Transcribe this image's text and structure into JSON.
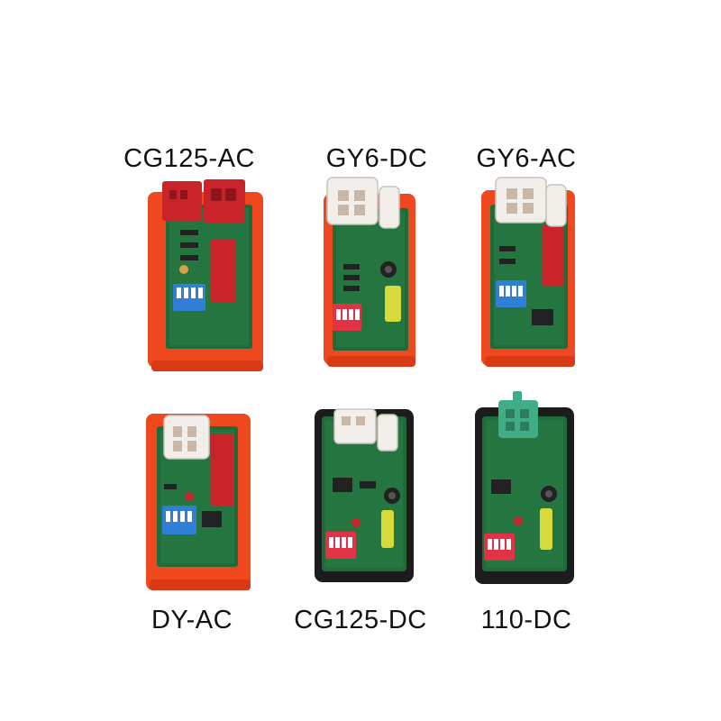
{
  "products": [
    {
      "label": "CG125-AC",
      "housing": "orange",
      "connector": "red",
      "switch": "blue"
    },
    {
      "label": "GY6-DC",
      "housing": "orange",
      "connector": "white",
      "switch": "red"
    },
    {
      "label": "GY6-AC",
      "housing": "orange",
      "connector": "white",
      "switch": "blue"
    },
    {
      "label": "DY-AC",
      "housing": "orange",
      "connector": "white",
      "switch": "blue"
    },
    {
      "label": "CG125-DC",
      "housing": "black",
      "connector": "white",
      "switch": "red"
    },
    {
      "label": "110-DC",
      "housing": "black",
      "connector": "green",
      "switch": "red"
    }
  ],
  "colors": {
    "orange_housing": "#f0481e",
    "black_housing": "#1c1c1c",
    "pcb": "#1f6b3a",
    "blue_switch": "#2f7fd6",
    "red_switch": "#e23346",
    "red_connector": "#c8242a",
    "white_connector": "#f2efea",
    "green_connector": "#3fae84"
  }
}
